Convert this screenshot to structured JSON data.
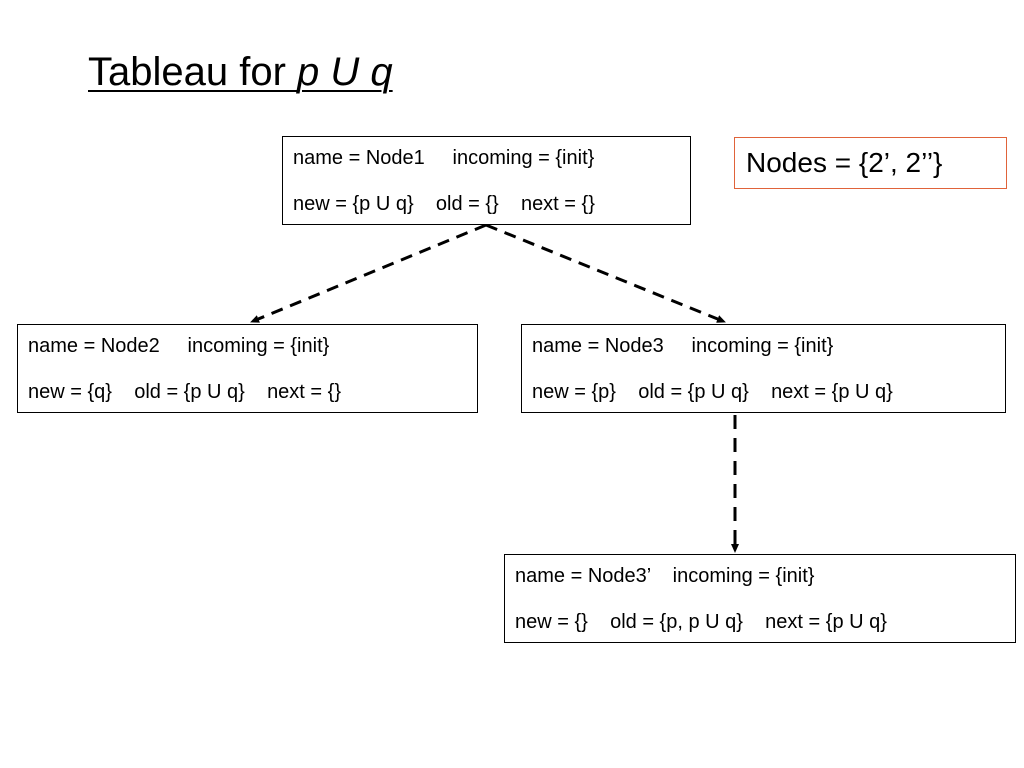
{
  "title": {
    "prefix": "Tableau for ",
    "formula": "p U q"
  },
  "nodes_set": "Nodes = {2’, 2’’}",
  "nodes": {
    "node1": {
      "name": "name = Node1     incoming = {init}",
      "fields": "new = {p U q}    old = {}    next = {}"
    },
    "node2": {
      "name": "name = Node2     incoming = {init}",
      "fields": "new = {q}    old = {p U q}    next = {}"
    },
    "node3": {
      "name": "name = Node3     incoming = {init}",
      "fields": "new = {p}    old = {p U q}    next = {p U q}"
    },
    "node3_prime": {
      "name": "name = Node3’    incoming = {init}",
      "fields": "new = {}    old = {p, p U q}    next = {p U q}"
    }
  },
  "edges": [
    {
      "from": "node1",
      "to": "node2",
      "style": "dashed"
    },
    {
      "from": "node1",
      "to": "node3",
      "style": "dashed"
    },
    {
      "from": "node3",
      "to": "node3_prime",
      "style": "dashed"
    }
  ]
}
